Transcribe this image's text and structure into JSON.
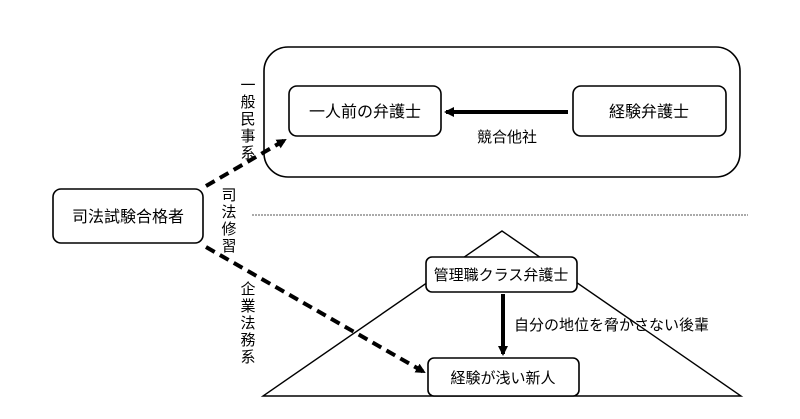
{
  "nodes": {
    "exam_passers": "司法試験合格者",
    "full_lawyer": "一人前の弁護士",
    "experienced_lawyer": "経験弁護士",
    "manager_lawyer": "管理職クラス弁護士",
    "junior_newcomer": "経験が浅い新人"
  },
  "labels": {
    "competitor": "競合他社",
    "civil_track": "一般民事系",
    "legal_training": "司法修習",
    "corporate_track": "企業法務系",
    "non_threatening_junior": "自分の地位を脅かさない後輩"
  },
  "colors": {
    "stroke": "#000000",
    "divider": "#555555",
    "background": "#ffffff"
  }
}
